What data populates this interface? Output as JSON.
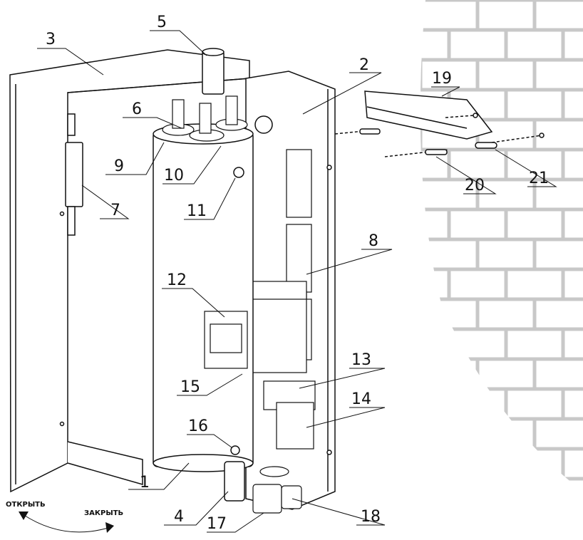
{
  "callouts": [
    "1",
    "2",
    "3",
    "4",
    "5",
    "6",
    "7",
    "8",
    "9",
    "10",
    "11",
    "12",
    "13",
    "14",
    "15",
    "16",
    "17",
    "18",
    "19",
    "20",
    "21"
  ],
  "directions": {
    "open": "ОТКРЫТЬ",
    "close": "ЗАКРЫТЬ"
  }
}
